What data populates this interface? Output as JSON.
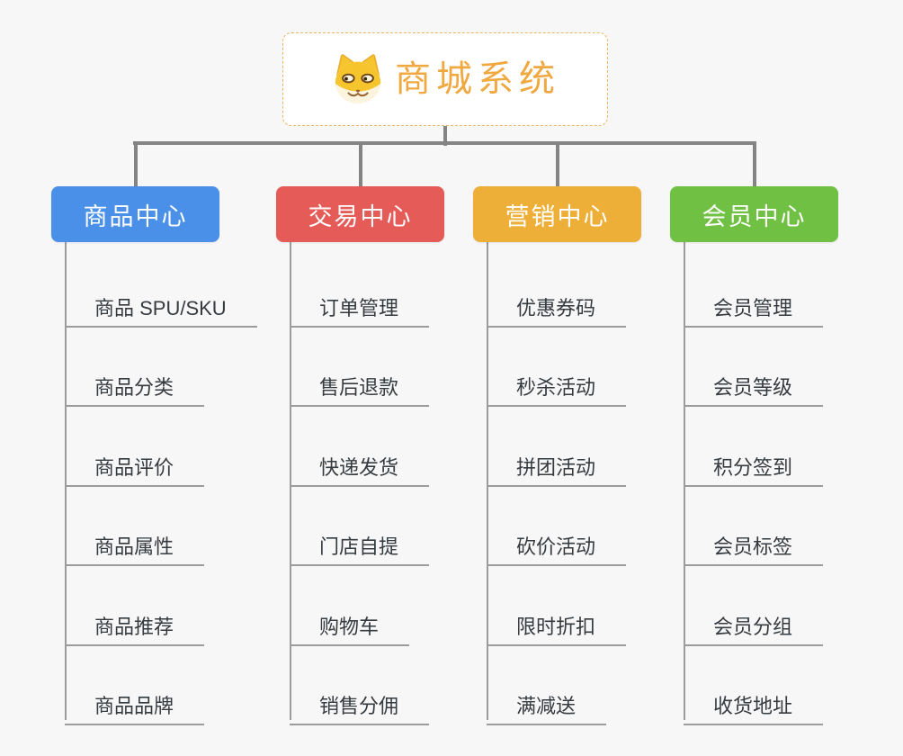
{
  "root": {
    "title": "商城系统",
    "icon": "doge-icon",
    "accent_color": "#f0a840",
    "border_color": "#eeb55f"
  },
  "branches": [
    {
      "label": "商品中心",
      "color": "#4a90e8",
      "items": [
        "商品 SPU/SKU",
        "商品分类",
        "商品评价",
        "商品属性",
        "商品推荐",
        "商品品牌"
      ]
    },
    {
      "label": "交易中心",
      "color": "#e45b57",
      "items": [
        "订单管理",
        "售后退款",
        "快递发货",
        "门店自提",
        "购物车",
        "销售分佣"
      ]
    },
    {
      "label": "营销中心",
      "color": "#eeaf38",
      "items": [
        "优惠券码",
        "秒杀活动",
        "拼团活动",
        "砍价活动",
        "限时折扣",
        "满减送"
      ]
    },
    {
      "label": "会员中心",
      "color": "#70c143",
      "items": [
        "会员管理",
        "会员等级",
        "积分签到",
        "会员标签",
        "会员分组",
        "收货地址"
      ]
    }
  ],
  "connector_color": "#848484",
  "leaf_line_color": "#9c9c9c",
  "background_color": "#f7f7f7"
}
